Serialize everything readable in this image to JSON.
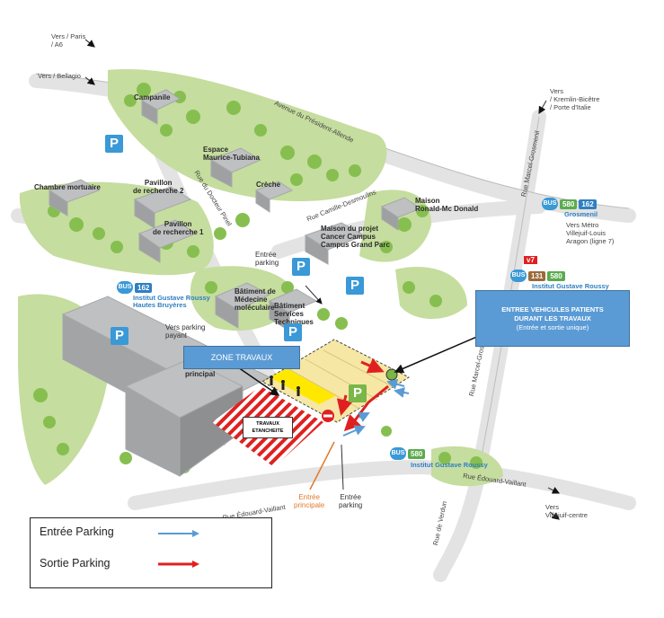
{
  "map": {
    "colors": {
      "green": "#c5dd9e",
      "tree": "#86bf4f",
      "road": "#ffffff",
      "works_zone": "#f6e7a4",
      "arrow_in": "#5b9bd5",
      "arrow_out": "#e02020"
    },
    "directions": {
      "paris": "Vers / Paris\n/ A6",
      "bellagio": "Vers / Bellagio",
      "kremlin": "Vers\n/ Kremlin-Bicêtre\n/ Porte d'Italie",
      "metro": "Vers Métro\nVillejuif-Louis\nAragon (ligne 7)",
      "villejuif_centre": "Vers\nVillejuif-centre"
    },
    "roads": {
      "allende": "Avenue du Président-Allende",
      "pinel": "Rue du Docteur Pinel",
      "desmoulins": "Rue Camille-Desmoulins",
      "grosmenil_top": "Rue Marcel-Grosmenil",
      "grosmenil_mid": "Rue Marcel-Grosmenil",
      "vaillant_left": "Rue Édouard-Vaillant",
      "vaillant_right": "Rue Édouard-Vaillant",
      "verdun": "Rue de Verdun"
    },
    "buildings": {
      "campanile": "Campanile",
      "tubiana": "Espace\nMaurice-Tubiana",
      "creche": "Crèche",
      "mortuaire": "Chambre mortuaire",
      "pavillon2": "Pavillon\nde recherche 2",
      "pavillon1": "Pavillon\nde recherche 1",
      "renald": "Maison\nRonald-Mc Donald",
      "maison_projet": "Maison du projet\nCancer Campus\nCampus Grand Parc",
      "medecine": "Bâtiment de\nMédecine\nmoléculaire",
      "services": "Bâtiment\nServices\nTechniques",
      "principal": "Bâtiment\nprincipal"
    },
    "labels": {
      "entree_parking_top": "Entrée\nparking",
      "vers_parking": "Vers parking\npayant",
      "entree_principale": "Entrée\nprincipale",
      "entree_parking_bottom": "Entrée\nparking",
      "v7": "v7"
    },
    "bus_stops": [
      {
        "name": "Grosmenil",
        "badge": "BUS",
        "lines": [
          {
            "n": "580",
            "color": "#5bab4f"
          },
          {
            "n": "162",
            "color": "#2f7fc1"
          }
        ]
      },
      {
        "name": "Institut Gustave Roussy",
        "badge": "BUS",
        "lines": [
          {
            "n": "131",
            "color": "#9b6a3c"
          },
          {
            "n": "580",
            "color": "#5bab4f"
          }
        ]
      },
      {
        "name": "Institut Gustave Roussy\nHautes Bruyères",
        "badge": "BUS",
        "lines": [
          {
            "n": "162",
            "color": "#2f7fc1"
          }
        ]
      },
      {
        "name": "Institut Gustave Roussy",
        "badge": "BUS",
        "lines": [
          {
            "n": "580",
            "color": "#5bab4f"
          }
        ]
      }
    ],
    "parking_icons": [
      "P",
      "P",
      "P",
      "P",
      "P",
      "P"
    ],
    "callouts": {
      "zone_travaux": "ZONE TRAVAUX",
      "entree_title": "ENTREE VEHICULES PATIENTS\nDURANT LES TRAVAUX",
      "entree_sub": "(Entrée et sortie unique)",
      "travaux": "TRAVAUX\nETANCHEITE"
    }
  },
  "legend": {
    "entree": "Entrée Parking",
    "sortie": "Sortie Parking"
  }
}
